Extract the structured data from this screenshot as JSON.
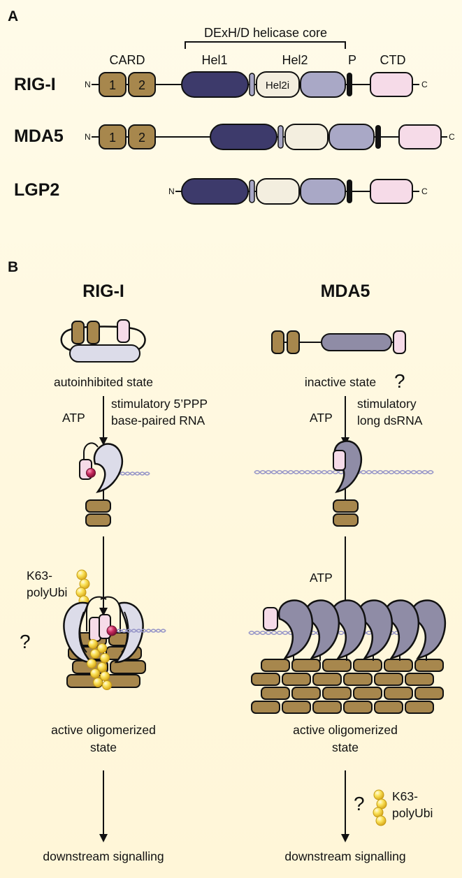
{
  "panel_a": {
    "label": "A",
    "core_label": "DExH/D helicase core",
    "domain_labels": {
      "card": "CARD",
      "hel1": "Hel1",
      "hel2": "Hel2",
      "p": "P",
      "ctd": "CTD",
      "hel2i": "Hel2i"
    },
    "card_numbers": [
      "1",
      "2"
    ],
    "n_term": "N",
    "c_term": "C",
    "proteins": [
      {
        "name": "RIG-I"
      },
      {
        "name": "MDA5"
      },
      {
        "name": "LGP2"
      }
    ]
  },
  "panel_b": {
    "label": "B",
    "rigi": {
      "title": "RIG-I",
      "state1": "autoinhibited state",
      "arrow1_left": "ATP",
      "arrow1_right": [
        "stimulatory 5’PPP",
        "base-paired RNA"
      ],
      "arrow2_left": [
        "K63-",
        "polyUbi"
      ],
      "question": "?",
      "state3": [
        "active oligomerized",
        "state"
      ],
      "final": "downstream signalling"
    },
    "mda5": {
      "title": "MDA5",
      "state1": "inactive state",
      "state1_question": "?",
      "arrow1_left": "ATP",
      "arrow1_right": [
        "stimulatory",
        "long dsRNA"
      ],
      "arrow2_left": "ATP",
      "state3": [
        "active oligomerized",
        "state"
      ],
      "arrow3_question": "?",
      "arrow3_right": [
        "K63-",
        "polyUbi"
      ],
      "final": "downstream signalling"
    }
  },
  "colors": {
    "background": "#fff9e3",
    "card": "#a7874d",
    "hel1": "#3d3a6b",
    "hel2i": "#f3eedf",
    "hel2": "#a9a8c6",
    "ctd": "#f6dbe8",
    "rigi_body": "#dcdce9",
    "mda5_body": "#8f8ca6",
    "rna": "#9796c8",
    "ppp": "#c0275a",
    "ubiquitin": "#f7d43a"
  }
}
